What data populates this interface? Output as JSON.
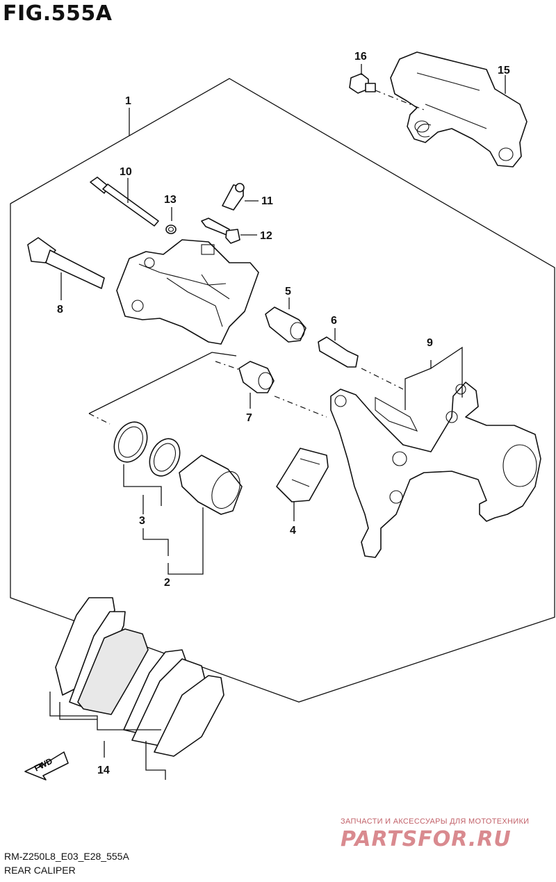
{
  "figure": {
    "title": "FIG.555A"
  },
  "callouts": {
    "c1": "1",
    "c2": "2",
    "c3": "3",
    "c4": "4",
    "c5": "5",
    "c6": "6",
    "c7": "7",
    "c8": "8",
    "c9": "9",
    "c10": "10",
    "c11": "11",
    "c12": "12",
    "c13": "13",
    "c14": "14",
    "c15": "15",
    "c16": "16"
  },
  "fwd_label": "FWD",
  "footer": {
    "code": "RM-Z250L8_E03_E28_555A",
    "caption": "REAR CALIPER"
  },
  "watermark": {
    "tagline": "ЗАПЧАСТИ И АКСЕССУАРЫ ДЛЯ МОТОТЕХНИКИ",
    "logo": "PARTSFOR.RU"
  }
}
